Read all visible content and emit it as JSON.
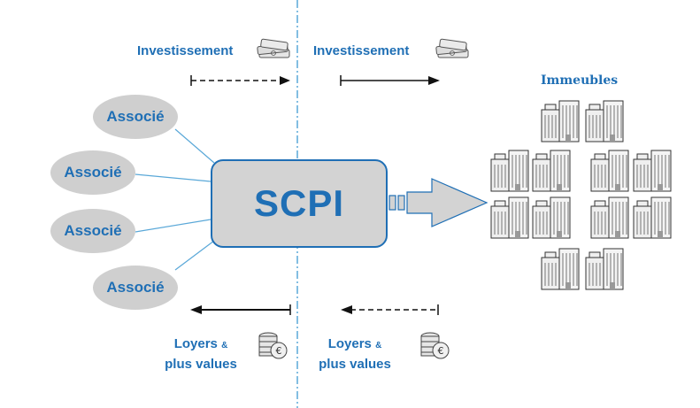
{
  "labels": {
    "investissement_left": "Investissement",
    "investissement_right": "Investissement",
    "immeubles": "Immeubles",
    "scpi": "SCPI",
    "loyers_left_1": "Loyers",
    "loyers_left_amp": "&",
    "loyers_left_2": "plus values",
    "loyers_right_1": "Loyers",
    "loyers_right_amp": "&",
    "loyers_right_2": "plus values"
  },
  "associes": [
    "Associé",
    "Associé",
    "Associé",
    "Associé"
  ],
  "colors": {
    "accent": "#1f6fb5",
    "bubble": "#cfcfcf",
    "scpi_fill": "#d3d3d3",
    "line": "#5aa8d8",
    "arrow": "#111111"
  },
  "icons": {
    "investissement": "money-stack-icon",
    "revenus": "euro-coins-icon",
    "immeuble": "building-icon"
  }
}
